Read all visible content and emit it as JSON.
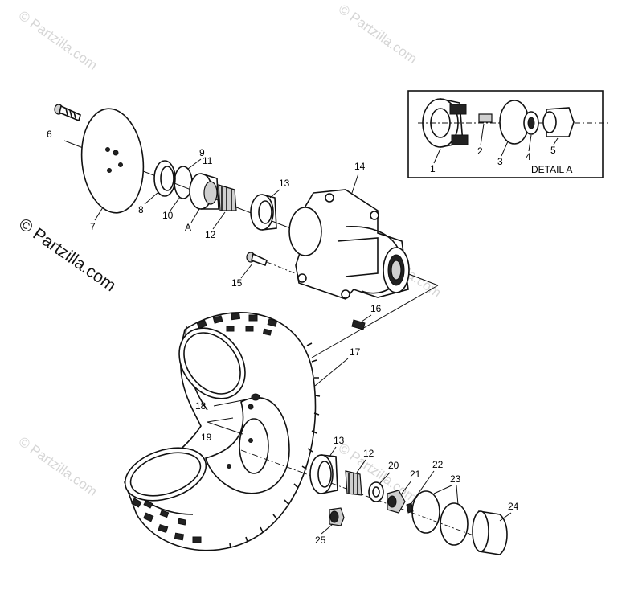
{
  "watermarks": {
    "small": "© Partzilla.com",
    "large": "© Partzilla.com"
  },
  "callouts": {
    "p1": "1",
    "p2": "2",
    "p3": "3",
    "p4": "4",
    "p5": "5",
    "p6": "6",
    "p7": "7",
    "p8": "8",
    "p9": "9",
    "p10": "10",
    "p11": "11",
    "p12_top": "12",
    "p13_top": "13",
    "p14": "14",
    "p15": "15",
    "p16": "16",
    "p17": "17",
    "p18": "18",
    "p19": "19",
    "p13_bottom": "13",
    "p12_bottom": "12",
    "p20": "20",
    "p21": "21",
    "p22": "22",
    "p23": "23",
    "p24": "24",
    "p25": "25",
    "ref_a": "A"
  },
  "detail": {
    "label": "DETAIL A"
  }
}
